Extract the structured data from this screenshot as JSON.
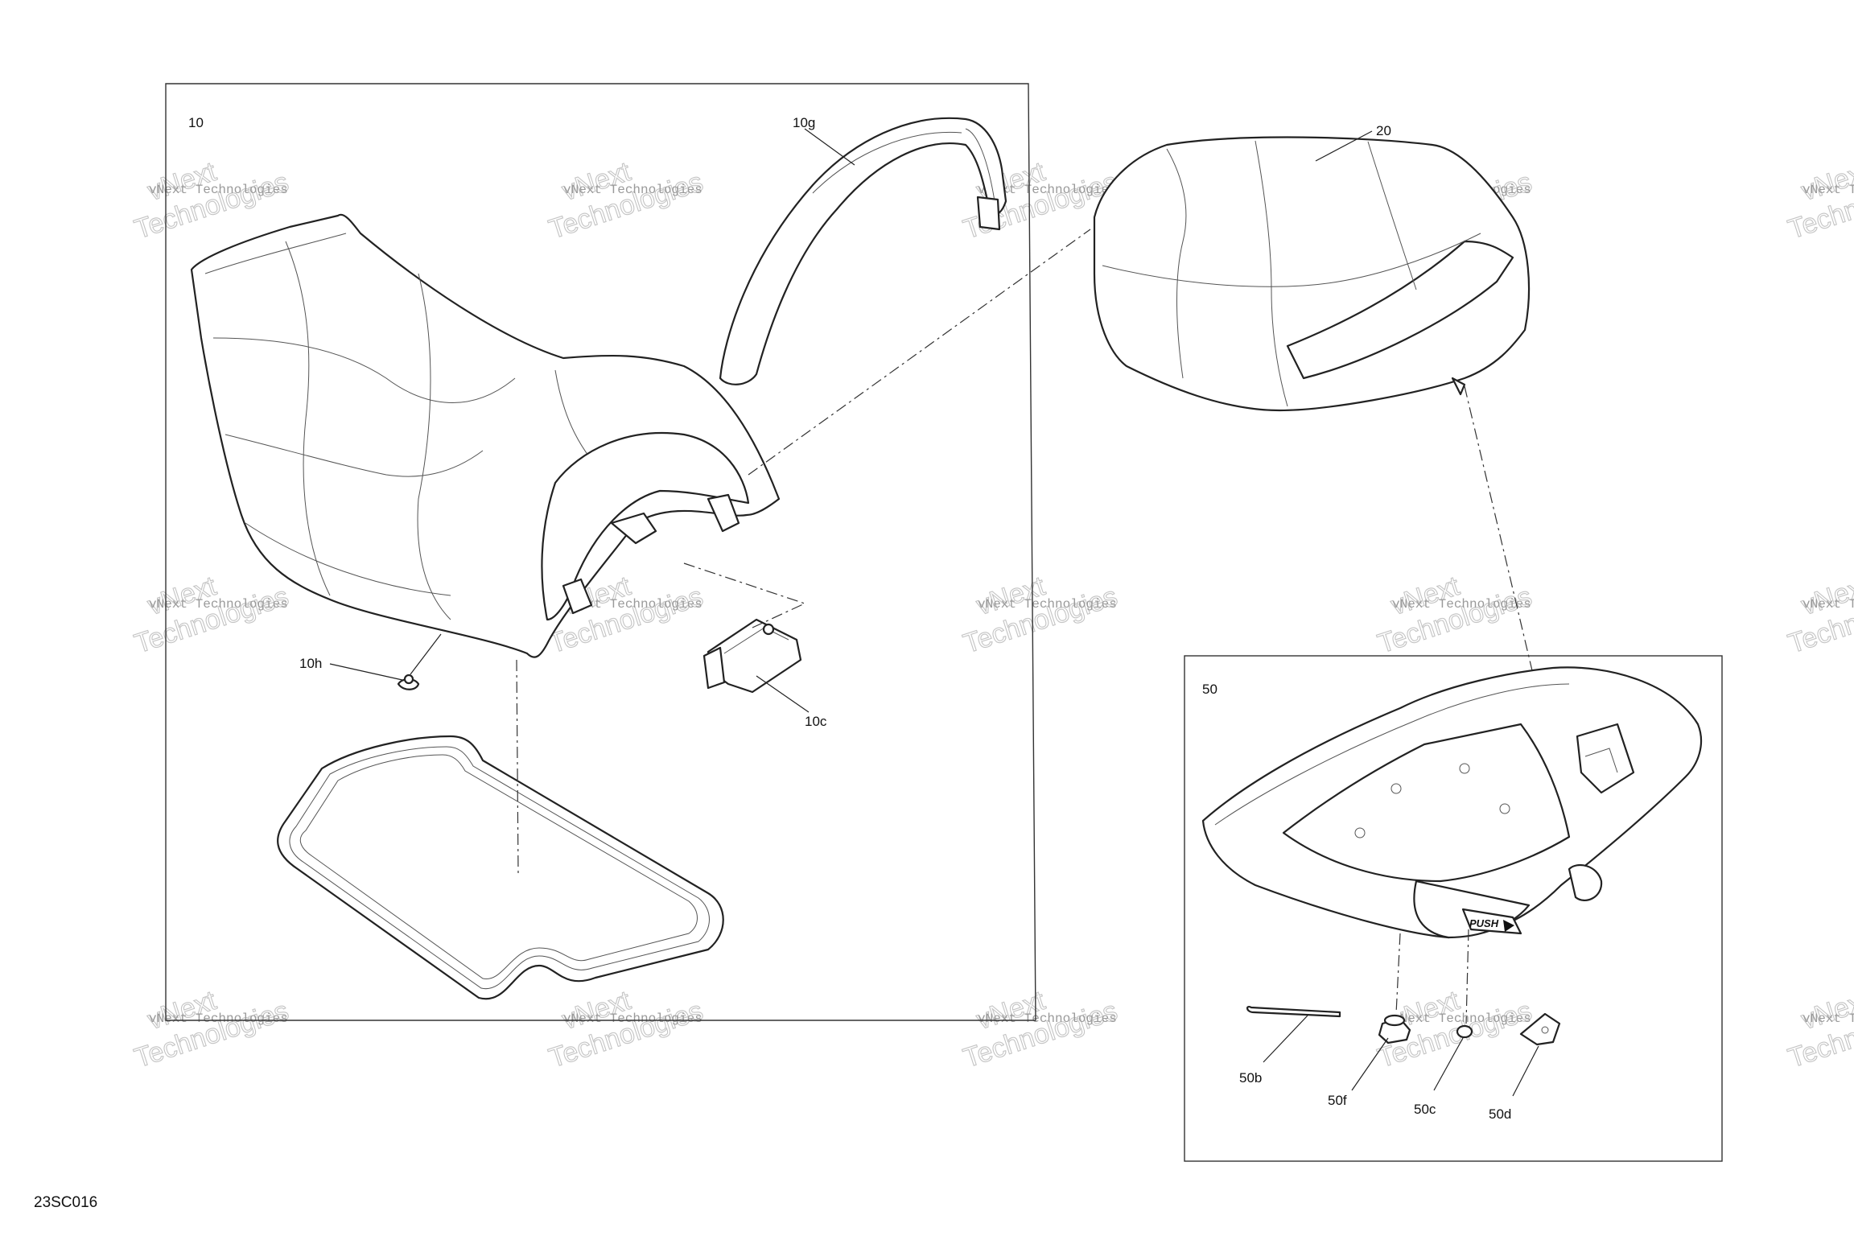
{
  "watermark": {
    "line1": "vNext Technologies",
    "line2": "vNext",
    "line3": "Technologies"
  },
  "callouts": {
    "item_10": "10",
    "item_10g": "10g",
    "item_10h": "10h",
    "item_10c": "10c",
    "item_20": "20",
    "item_50": "50",
    "item_50b": "50b",
    "item_50f": "50f",
    "item_50c": "50c",
    "item_50d": "50d"
  },
  "labels": {
    "push": "PUSH"
  },
  "reference": "23SC016"
}
